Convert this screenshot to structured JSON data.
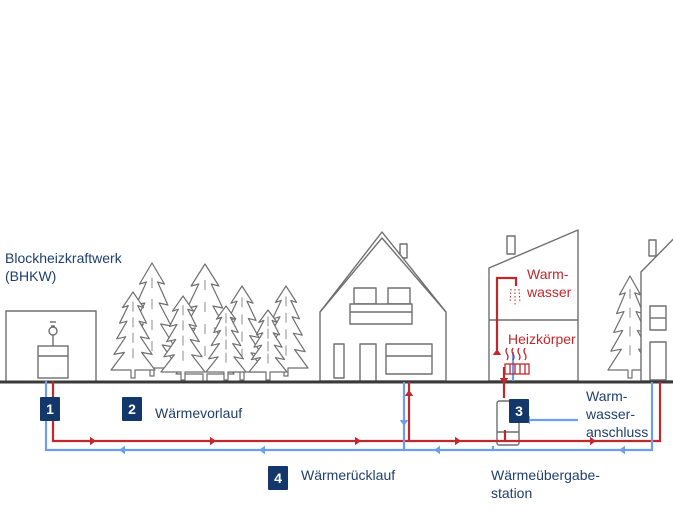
{
  "labels": {
    "bhkw": "Blockheizkraftwerk\n(BHKW)",
    "vorlauf": "Wärmevorlauf",
    "ruecklauf": "Wärmerücklauf",
    "warmwasser": "Warm-\nwasser",
    "heizkoerper": "Heizkörper",
    "anschluss": "Warm-\nwasser-\nanschluss",
    "station": "Wärmeübergabe-\nstation"
  },
  "badges": [
    "1",
    "2",
    "3",
    "4"
  ],
  "colors": {
    "supply": "#c0282d",
    "return": "#6d9eeb",
    "outline": "#6f6f6f",
    "ground": "#3a3a3a",
    "badge": "#13376b",
    "text": "#1f3f6e"
  }
}
